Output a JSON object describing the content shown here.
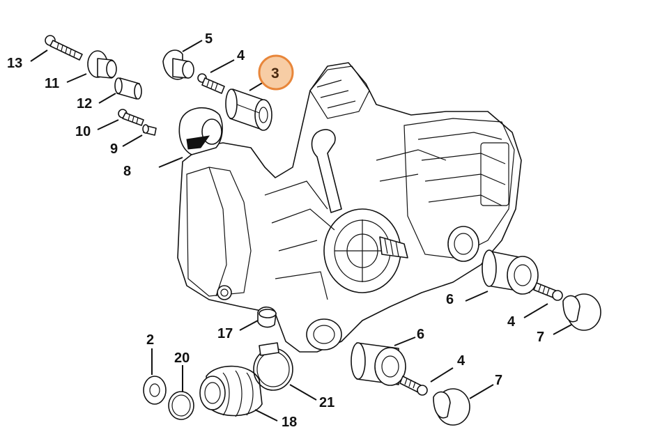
{
  "diagram": {
    "highlight_color": "#e8863a",
    "highlight_fill": "#f7cda5",
    "callouts": [
      {
        "id": "c13",
        "label": "13"
      },
      {
        "id": "c11",
        "label": "11"
      },
      {
        "id": "c12",
        "label": "12"
      },
      {
        "id": "c10",
        "label": "10"
      },
      {
        "id": "c9",
        "label": "9"
      },
      {
        "id": "c8",
        "label": "8"
      },
      {
        "id": "c5",
        "label": "5"
      },
      {
        "id": "c4a",
        "label": "4"
      },
      {
        "id": "c3",
        "label": "3",
        "highlighted": true
      },
      {
        "id": "c6a",
        "label": "6"
      },
      {
        "id": "c4b",
        "label": "4"
      },
      {
        "id": "c7a",
        "label": "7"
      },
      {
        "id": "c17",
        "label": "17"
      },
      {
        "id": "c6b",
        "label": "6"
      },
      {
        "id": "c4c",
        "label": "4"
      },
      {
        "id": "c7b",
        "label": "7"
      },
      {
        "id": "c2",
        "label": "2"
      },
      {
        "id": "c20",
        "label": "20"
      },
      {
        "id": "c21",
        "label": "21"
      },
      {
        "id": "c18",
        "label": "18"
      }
    ]
  }
}
